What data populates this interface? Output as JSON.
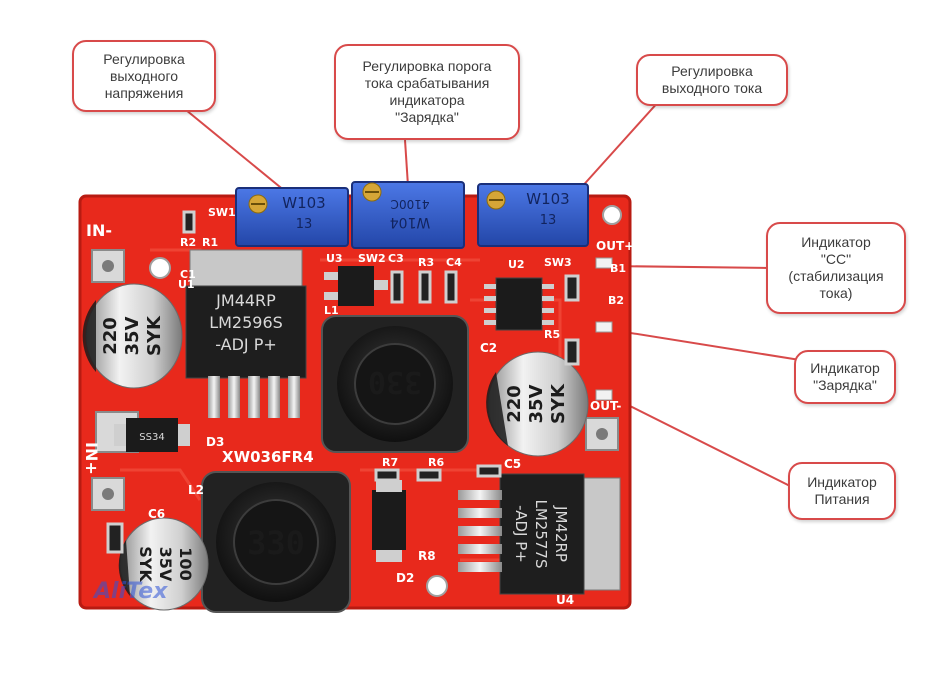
{
  "callouts": {
    "output_voltage": "Регулировка\nвыходного\nнапряжения",
    "charge_threshold": "Регулировка порога\nтока срабатывания\nиндикатора\n\"Зарядка\"",
    "output_current": "Регулировка\nвыходного тока",
    "cc_indicator": "Индикатор\n\"CC\"\n(стабилизация\nтока)",
    "charging_indicator": "Индикатор\n\"Зарядка\"",
    "power_indicator": "Индикатор\nПитания"
  },
  "board": {
    "label_in_minus": "IN-",
    "label_in_plus": "IN+",
    "label_out_plus": "OUT+",
    "label_out_minus": "OUT-",
    "label_model": "XW036FR4",
    "pot1_text": "W103",
    "pot1_sub": "13",
    "pot2_text": "W104",
    "pot2_sub": "4100C",
    "pot3_text": "W103",
    "pot3_sub": "13",
    "chip1_line1": "JM44RP",
    "chip1_line2": "LM2596S",
    "chip1_line3": "-ADJ P+",
    "chip2_line1": "JM42RP",
    "chip2_line2": "LM2577S",
    "chip2_line3": "-ADJ P+",
    "coil1_text": "330",
    "coil2_text": "330",
    "cap1_line1": "220",
    "cap1_line2": "35V",
    "cap1_line3": "SYK",
    "cap2_line1": "220",
    "cap2_line2": "35V",
    "cap2_line3": "SYK",
    "cap3_line1": "100",
    "cap3_line2": "35V",
    "cap3_line3": "SYK",
    "diode_text": "SS34",
    "refs": {
      "sw1": "SW1",
      "r2": "R2",
      "r1": "R1",
      "u1": "U1",
      "u3": "U3",
      "sw2": "SW2",
      "c3": "C3",
      "r3": "R3",
      "c4": "C4",
      "u2": "U2",
      "sw3": "SW3",
      "c2": "C2",
      "r5": "R5",
      "d3": "D3",
      "r7": "R7",
      "r6": "R6",
      "c5": "C5",
      "l2": "L2",
      "c6": "C6",
      "d2": "D2",
      "r8": "R8",
      "u4": "U4",
      "b1": "B1",
      "b2": "B2",
      "c1": "C1",
      "l1": "L1"
    }
  },
  "watermark": "AliTex"
}
